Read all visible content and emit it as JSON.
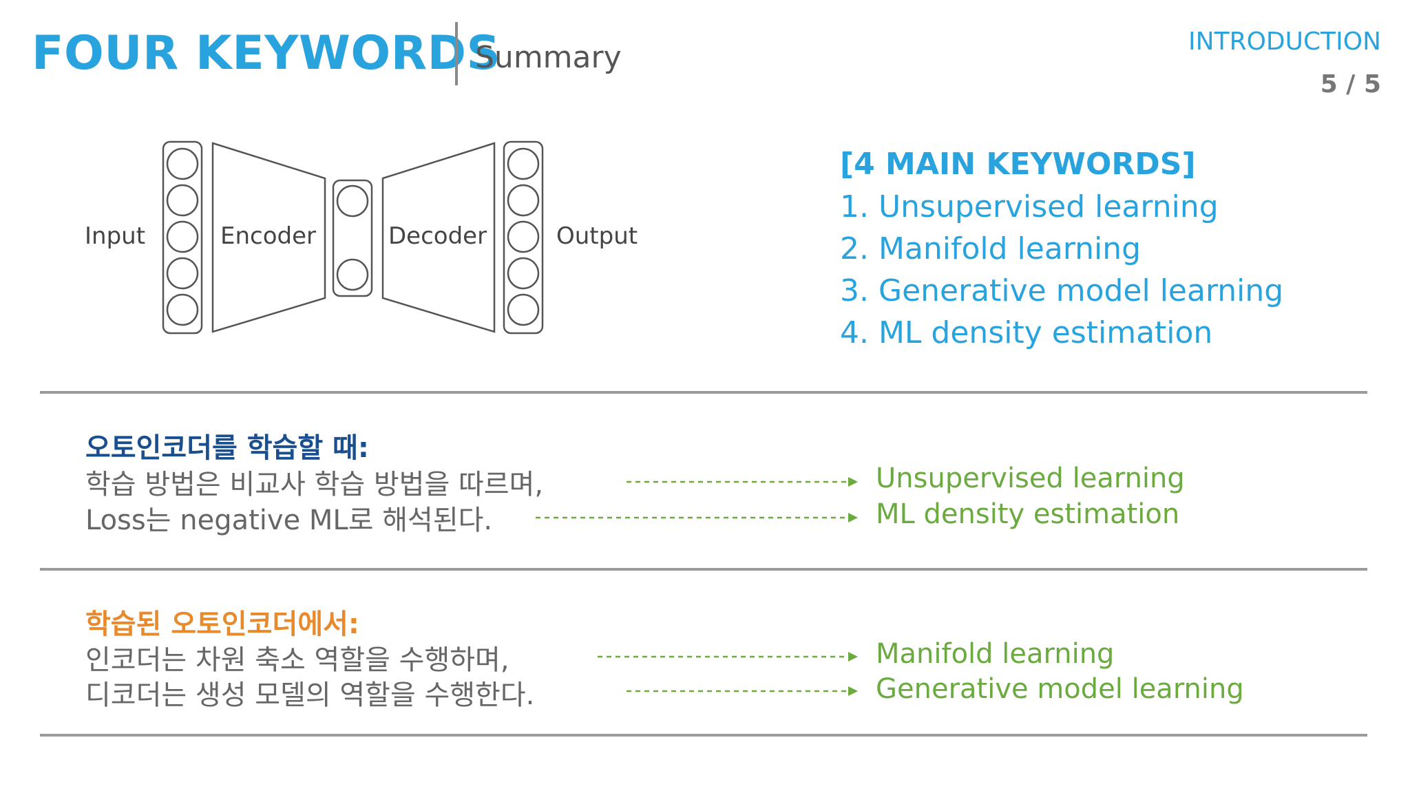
{
  "header": {
    "title": "FOUR KEYWORDS",
    "subtitle": "Summary",
    "section": "INTRODUCTION",
    "page": "5 / 5"
  },
  "diagram": {
    "input_label": "Input",
    "encoder_label": "Encoder",
    "decoder_label": "Decoder",
    "output_label": "Output"
  },
  "keywords": {
    "heading": "[4 MAIN KEYWORDS]",
    "items": [
      "1. Unsupervised learning",
      "2. Manifold learning",
      "3. Generative model learning",
      "4. ML density estimation"
    ]
  },
  "training": {
    "heading": "오토인코더를 학습할 때:",
    "lines": [
      {
        "text": "학습 방법은 비교사 학습 방법을 따르며,",
        "target": "Unsupervised learning"
      },
      {
        "text": "Loss는 negative ML로 해석된다.",
        "target": "ML density estimation"
      }
    ]
  },
  "trained": {
    "heading": "학습된 오토인코더에서:",
    "lines": [
      {
        "text": "인코더는 차원 축소 역할을 수행하며,",
        "target": "Manifold learning"
      },
      {
        "text": "디코더는 생성 모델의 역할을 수행한다.",
        "target": "Generative model learning"
      }
    ]
  },
  "colors": {
    "accent_blue": "#29a3de",
    "heading_navy": "#1a4f8f",
    "heading_orange": "#e88a2c",
    "green": "#6aaa3f"
  }
}
